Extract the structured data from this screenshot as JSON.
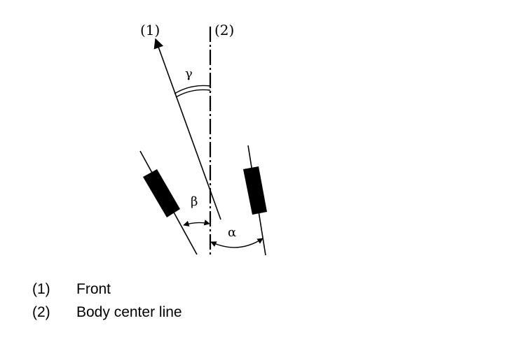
{
  "diagram": {
    "labels": {
      "front_marker": "(1)",
      "center_marker": "(2)",
      "gamma": "γ",
      "beta": "β",
      "alpha": "α"
    }
  },
  "legend": [
    {
      "number": "(1)",
      "text": "Front"
    },
    {
      "number": "(2)",
      "text": "Body center line"
    }
  ],
  "colors": {
    "ink": "#000000",
    "background": "#ffffff"
  }
}
